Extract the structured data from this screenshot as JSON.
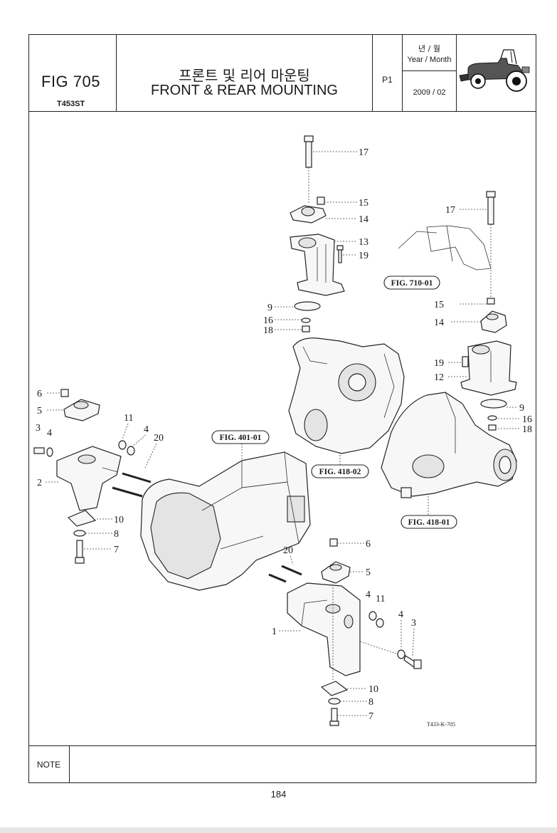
{
  "header": {
    "fig_number": "FIG 705",
    "model": "T453ST",
    "title_korean": "프론트 및 리어 마운팅",
    "title_english": "FRONT & REAR MOUNTING",
    "page": "P1",
    "year_month_korean": "년 / 월",
    "year_month_english": "Year / Month",
    "date": "2009 / 02",
    "tractor_icon": "tractor-icon"
  },
  "figure_refs": {
    "ref_710": "FIG. 710-01",
    "ref_401": "FIG. 401-01",
    "ref_418_02": "FIG. 418-02",
    "ref_418_01": "FIG. 418-01"
  },
  "callouts": {
    "c17a": "17",
    "c15a": "15",
    "c14a": "14",
    "c13": "13",
    "c19a": "19",
    "c9a": "9",
    "c16a": "16",
    "c18a": "18",
    "c17b": "17",
    "c15b": "15",
    "c14b": "14",
    "c19b": "19",
    "c12": "12",
    "c9b": "9",
    "c16b": "16",
    "c18b": "18",
    "c6a": "6",
    "c5a": "5",
    "c11a": "11",
    "c4a": "4",
    "c3a": "3",
    "c4b": "4",
    "c20a": "20",
    "c2": "2",
    "c10a": "10",
    "c8a": "8",
    "c7a": "7",
    "c6b": "6",
    "c20b": "20",
    "c5b": "5",
    "c4c": "4",
    "c11b": "11",
    "c1": "1",
    "c4d": "4",
    "c3b": "3",
    "c10b": "10",
    "c8b": "8",
    "c7b": "7"
  },
  "drawing_number": "T433-K-705",
  "note": {
    "label": "NOTE",
    "content": ""
  },
  "footer": {
    "page_number": "184"
  }
}
